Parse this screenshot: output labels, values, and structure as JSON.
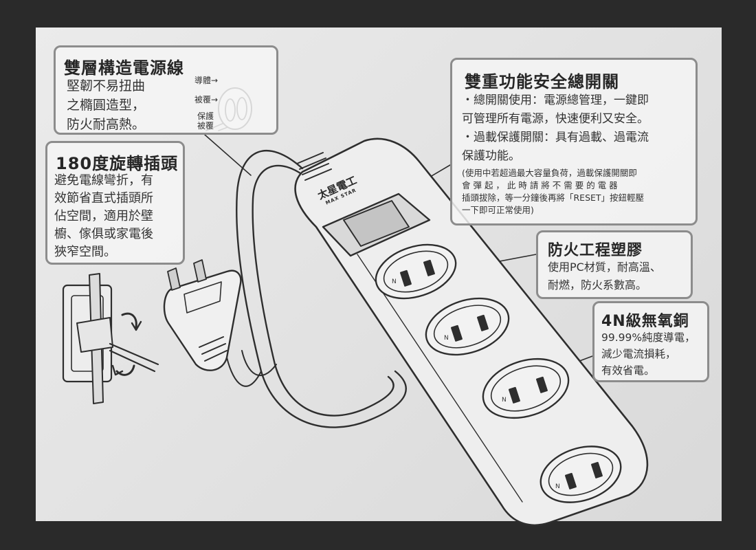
{
  "brand": {
    "name": "太星電工",
    "latin": "MAX STAR"
  },
  "cable_card": {
    "title": "雙層構造電源線",
    "lines": [
      "堅韌不易扭曲",
      "之橢圓造型，",
      "防火耐高熱。"
    ],
    "labels": {
      "conductor": "導體→",
      "insulation": "被覆→",
      "protect_1": "保護",
      "protect_2": "被覆"
    }
  },
  "plug_card": {
    "title": "180度旋轉插頭",
    "lines": [
      "避免電線彎折，有",
      "效節省直式插頭所",
      "佔空間，適用於壁",
      "櫥、傢俱或家電後",
      "狹窄空間。"
    ]
  },
  "switch_card": {
    "title": "雙重功能安全總開關",
    "line1a": "・總開關使用：電源總管理，一鍵即",
    "line1b": "可管理所有電源，快速便利又安全。",
    "line2a": "・過載保護開關：具有過載、過電流",
    "line2b": "保護功能。",
    "note": [
      "(使用中若超過最大容量負荷，過載保護開關即",
      "會 彈 起 ， 此 時 請 將 不 需 要 的 電 器",
      "插頭拔除，等一分鐘後再將「RESET」按鈕輕壓",
      "一下即可正常使用)"
    ]
  },
  "plastic_card": {
    "title": "防火工程塑膠",
    "lines": [
      "使用PC材質，耐高溫、",
      "耐燃，防火系數高。"
    ]
  },
  "copper_card": {
    "title": "4N級無氧銅",
    "lines": [
      "99.99%純度導電，",
      "減少電流損耗，",
      "有效省電。"
    ]
  },
  "socket_mark": "N",
  "colors": {
    "card_border": "#8c8c8c",
    "paper": "#e6e6e6",
    "line_art": "#2e2e2e"
  }
}
